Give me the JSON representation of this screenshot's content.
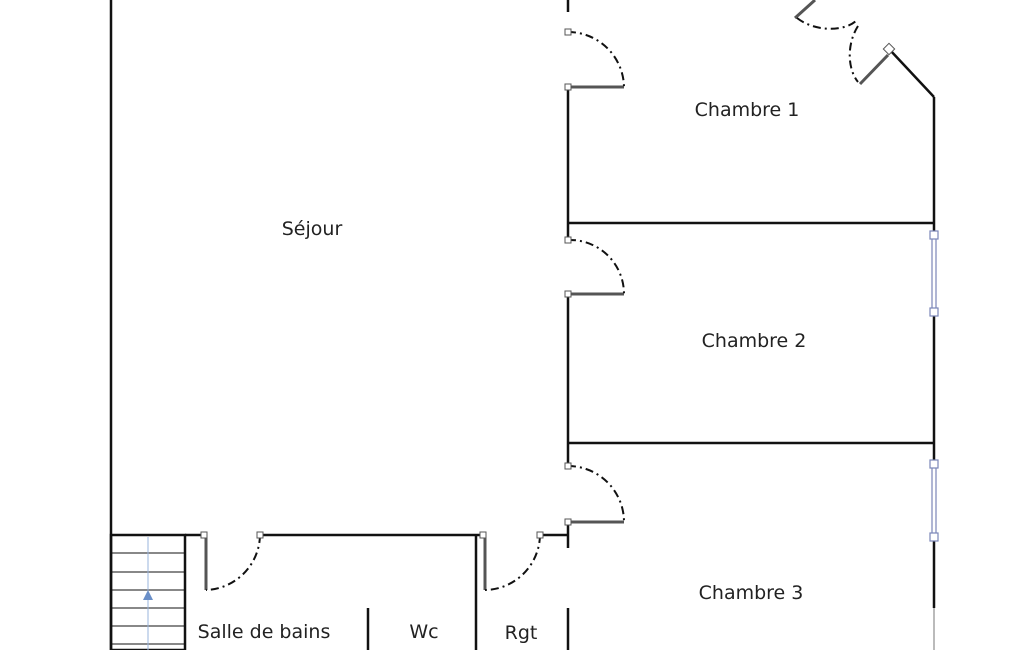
{
  "rooms": {
    "sejour": "Séjour",
    "chambre1": "Chambre 1",
    "chambre2": "Chambre 2",
    "chambre3": "Chambre 3",
    "salle_de_bains": "Salle de bains",
    "wc": "Wc",
    "rgt": "Rgt"
  },
  "colors": {
    "wall": "#111111",
    "window": "#7a86b8",
    "stair_arrow": "#6a8fc8"
  }
}
